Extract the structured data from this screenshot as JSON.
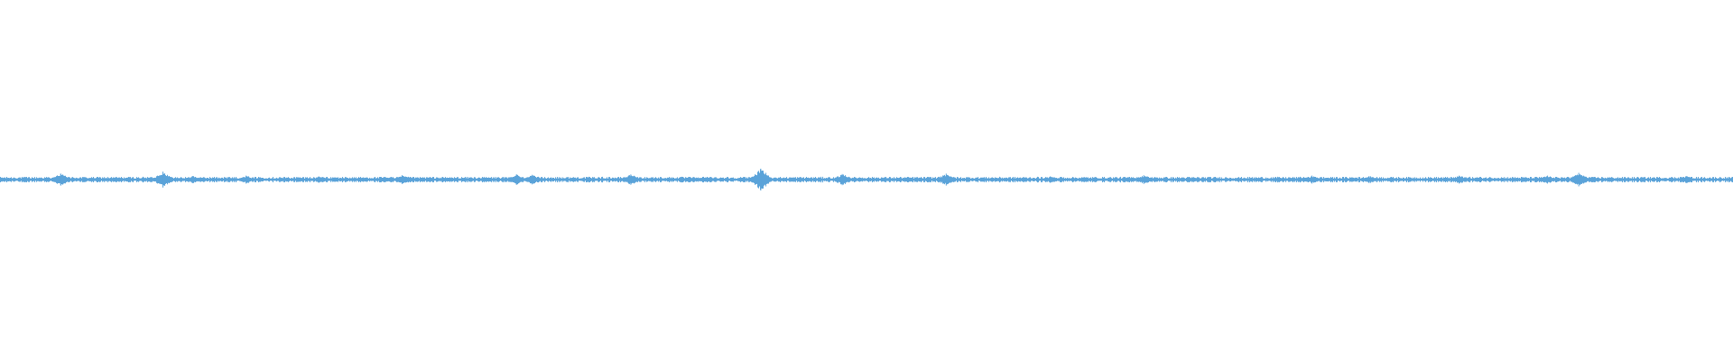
{
  "waveform": {
    "color": "#5ba3d9",
    "background": "#ffffff",
    "peaks": [
      {
        "pos": 0.035,
        "amp": 0.3
      },
      {
        "pos": 0.094,
        "amp": 0.4
      },
      {
        "pos": 0.111,
        "amp": 0.18
      },
      {
        "pos": 0.142,
        "amp": 0.2
      },
      {
        "pos": 0.184,
        "amp": 0.16
      },
      {
        "pos": 0.232,
        "amp": 0.22
      },
      {
        "pos": 0.298,
        "amp": 0.26
      },
      {
        "pos": 0.307,
        "amp": 0.24
      },
      {
        "pos": 0.364,
        "amp": 0.26
      },
      {
        "pos": 0.406,
        "amp": 0.14
      },
      {
        "pos": 0.439,
        "amp": 0.55
      },
      {
        "pos": 0.486,
        "amp": 0.28
      },
      {
        "pos": 0.546,
        "amp": 0.3
      },
      {
        "pos": 0.606,
        "amp": 0.16
      },
      {
        "pos": 0.66,
        "amp": 0.22
      },
      {
        "pos": 0.757,
        "amp": 0.2
      },
      {
        "pos": 0.79,
        "amp": 0.18
      },
      {
        "pos": 0.842,
        "amp": 0.2
      },
      {
        "pos": 0.893,
        "amp": 0.2
      },
      {
        "pos": 0.911,
        "amp": 0.34
      },
      {
        "pos": 0.973,
        "amp": 0.18
      }
    ]
  }
}
